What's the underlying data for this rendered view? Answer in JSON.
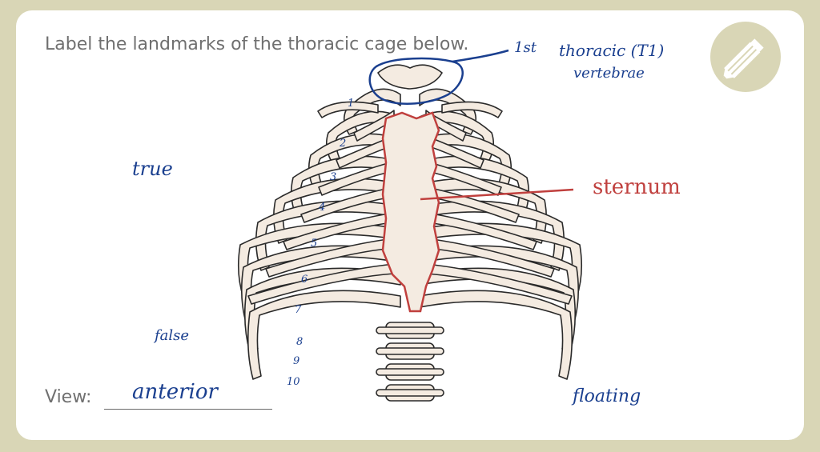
{
  "prompt": "Label the landmarks of the thoracic cage  below.",
  "view_label": "View:",
  "annotations": {
    "first": "1st",
    "vertebra_line1": "thoracic (T1)",
    "vertebra_line2": "vertebrae",
    "sternum": "sternum",
    "true_ribs": "true",
    "false_ribs": "false",
    "view_answer": "anterior",
    "floating_ribs": "floating"
  },
  "rib_numbers": [
    "1",
    "2",
    "3",
    "4",
    "5",
    "6",
    "7",
    "8",
    "9",
    "10"
  ],
  "colors": {
    "bone": "#f4ebe1",
    "outline": "#2a2a2a",
    "ink_blue": "#1a3f8f",
    "ink_red": "#c0403e",
    "accent": "#d9d6b6"
  },
  "icons": {
    "edit": "pencil-icon"
  }
}
